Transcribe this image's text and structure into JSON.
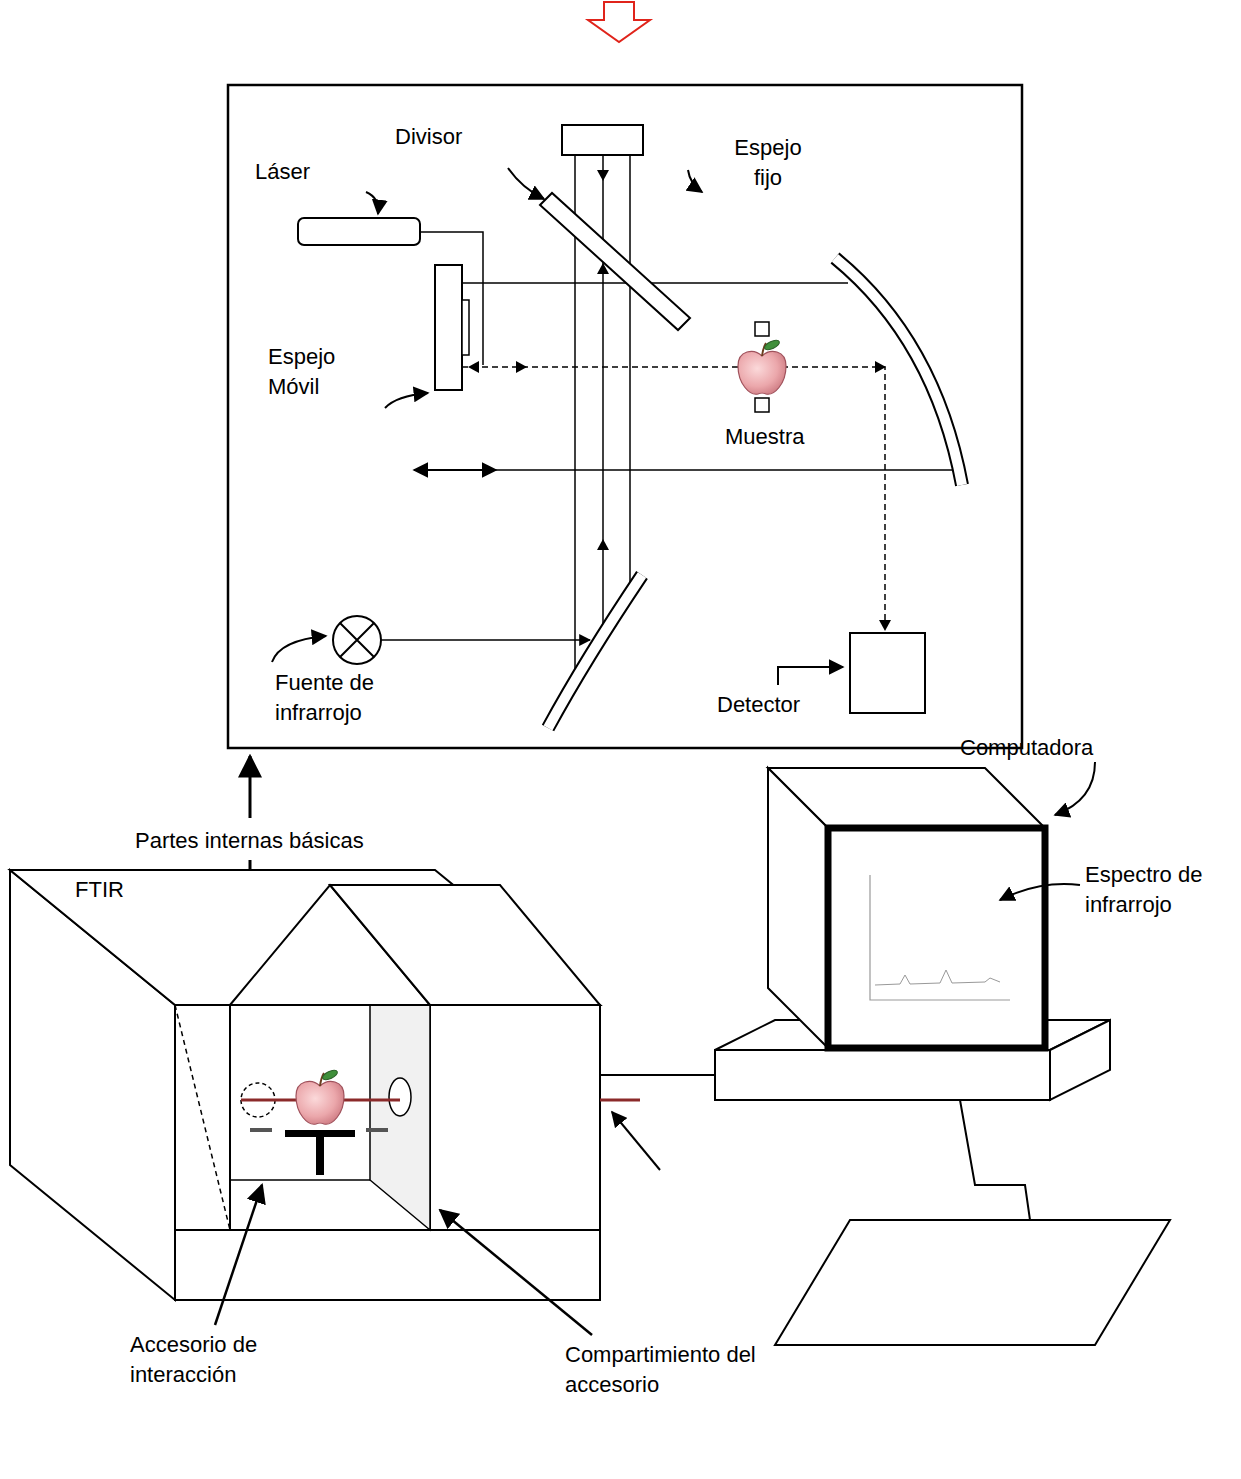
{
  "diagram": {
    "nodes": [
      {
        "text": [
          "FTIR"
        ]
      },
      {
        "text": [
          "Computadora"
        ]
      }
    ],
    "edges": [
      {
        "from": 0,
        "to": 1,
        "arrow": "none"
      }
    ],
    "labels": [
      "Divisor",
      "Espejo fijo",
      "Láser",
      "Espejo Móvil",
      "Muestra",
      "Fuente de infrarrojo",
      "Detector",
      "Partes internas básicas",
      "Espectro de infrarrojo",
      "Accesorio de interacción",
      "Compartimiento del accesorio"
    ]
  }
}
